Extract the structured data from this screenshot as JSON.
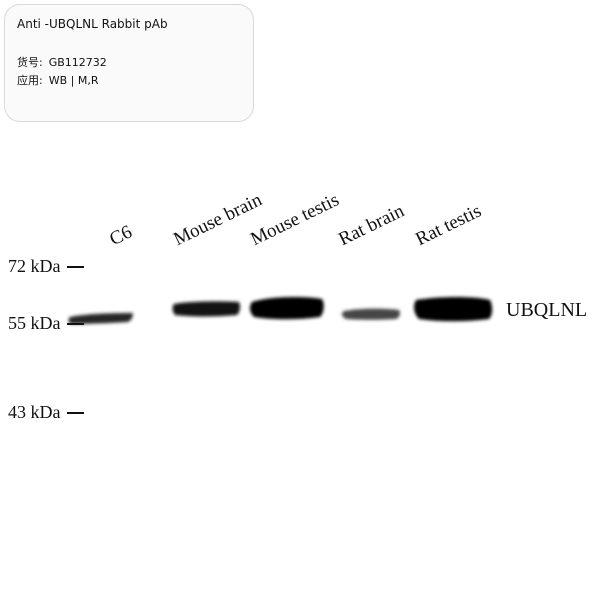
{
  "info_card": {
    "title": "Anti -UBQLNL Rabbit pAb",
    "catalog_label": "货号:",
    "catalog_value": "GB112732",
    "application_label": "应用:",
    "application_value": "WB | M,R"
  },
  "lanes": [
    {
      "label": "C6",
      "band_intensity": 0.85
    },
    {
      "label": "Mouse brain",
      "band_intensity": 0.95
    },
    {
      "label": "Mouse testis",
      "band_intensity": 1.0
    },
    {
      "label": "Rat brain",
      "band_intensity": 0.7
    },
    {
      "label": "Rat testis",
      "band_intensity": 1.0
    }
  ],
  "markers": [
    {
      "label": "72 kDa"
    },
    {
      "label": "55 kDa"
    },
    {
      "label": "43 kDa"
    }
  ],
  "target_label": "UBQLNL"
}
